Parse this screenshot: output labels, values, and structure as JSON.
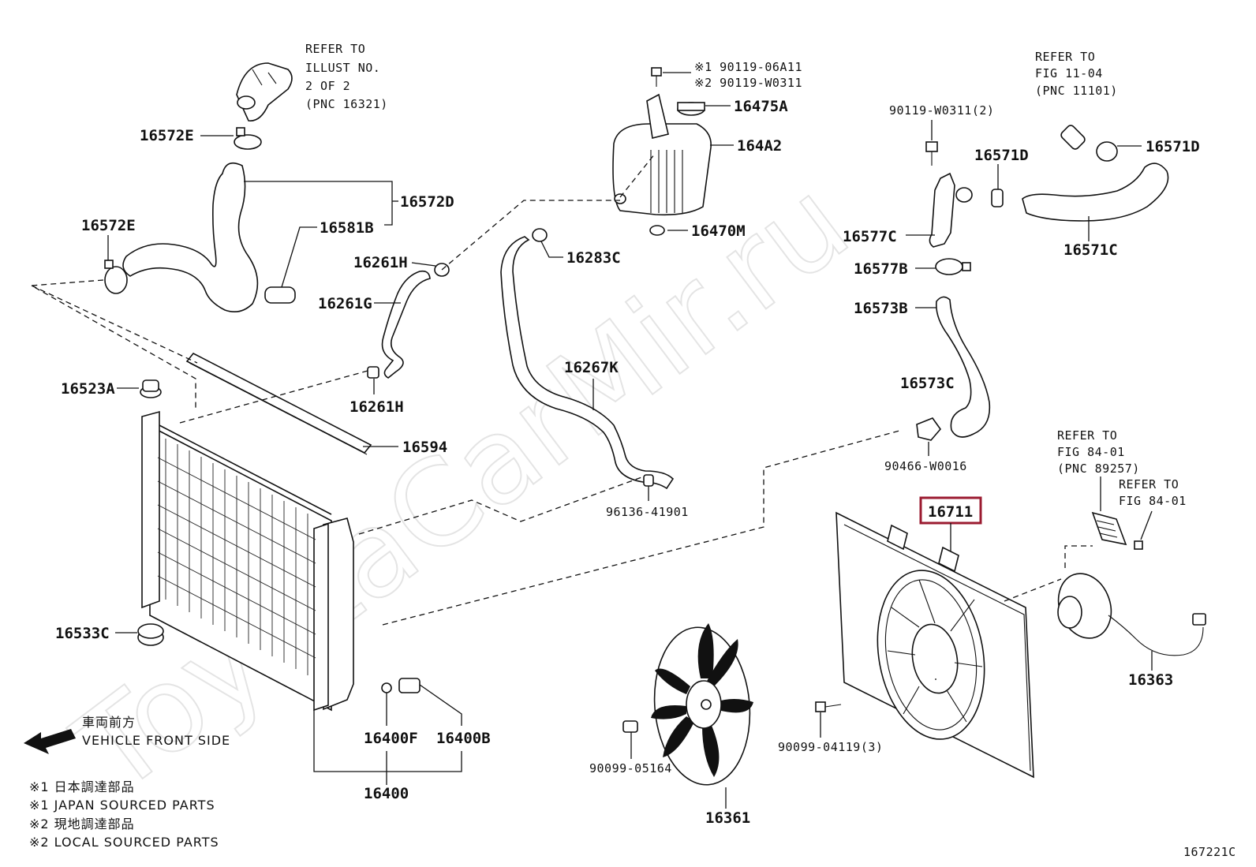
{
  "watermark": "ToyotaCarMir.ru",
  "figure_code": "167221C",
  "highlighted_part": "16711",
  "front_indicator": {
    "jp": "車両前方",
    "en": "VEHICLE FRONT SIDE"
  },
  "legend": [
    "※1 日本調達部品",
    "※1 JAPAN SOURCED PARTS",
    "※2 現地調達部品",
    "※2 LOCAL SOURCED PARTS"
  ],
  "refer_notes": {
    "thermostat": [
      "REFER TO",
      "ILLUST NO.",
      "2 OF 2",
      "(PNC 16321)"
    ],
    "engine": [
      "REFER TO",
      "FIG 11-04",
      "(PNC 11101)"
    ],
    "fig84_a": [
      "REFER TO",
      "FIG 84-01",
      "(PNC 89257)"
    ],
    "fig84_b": [
      "REFER TO",
      "FIG 84-01"
    ]
  },
  "bolt_note": [
    "※1 90119-06A11",
    "※2 90119-W0311"
  ],
  "labels": {
    "p16572E_top": "16572E",
    "p16572D": "16572D",
    "p16572E_left": "16572E",
    "p16581B": "16581B",
    "p16261H_top": "16261H",
    "p16261G": "16261G",
    "p16261H_bot": "16261H",
    "p16523A": "16523A",
    "p16594": "16594",
    "p16533C": "16533C",
    "p16400F": "16400F",
    "p16400B": "16400B",
    "p16400": "16400",
    "p16475A": "16475A",
    "p164A2": "164A2",
    "p16470M": "16470M",
    "p16283C": "16283C",
    "p16267K": "16267K",
    "p96136": "96136-41901",
    "p90119_W0311": "90119-W0311(2)",
    "p16571D_mid": "16571D",
    "p16571D_right": "16571D",
    "p16577C": "16577C",
    "p16577B": "16577B",
    "p16571C": "16571C",
    "p16573B": "16573B",
    "p16573C": "16573C",
    "p90466": "90466-W0016",
    "p16711": "16711",
    "p16363": "16363",
    "p16361": "16361",
    "p90099_05164": "90099-05164",
    "p90099_04119": "90099-04119(3)"
  }
}
